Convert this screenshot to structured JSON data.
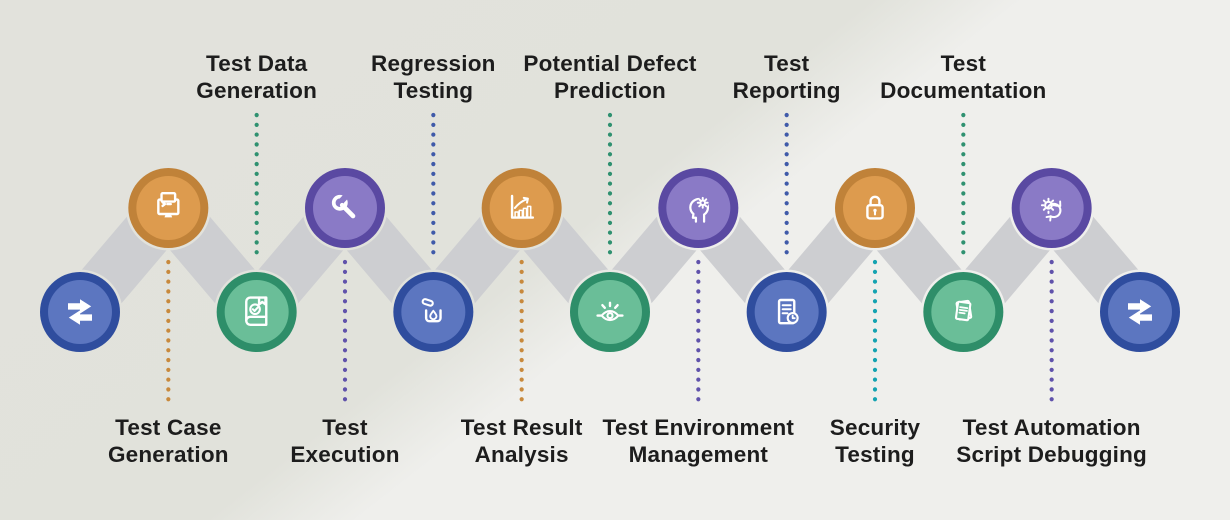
{
  "diagram": {
    "title": "software testing workflow chain",
    "nodes": [
      {
        "icon": "swap-arrows-icon",
        "color": "blue"
      },
      {
        "icon": "code-monitor-icon",
        "color": "orange"
      },
      {
        "icon": "book-check-icon",
        "color": "green"
      },
      {
        "icon": "wrench-icon",
        "color": "purple"
      },
      {
        "icon": "pour-liquid-icon",
        "color": "blue"
      },
      {
        "icon": "growth-chart-icon",
        "color": "orange"
      },
      {
        "icon": "eye-scan-icon",
        "color": "green"
      },
      {
        "icon": "head-gear-icon",
        "color": "purple"
      },
      {
        "icon": "report-clock-icon",
        "color": "blue"
      },
      {
        "icon": "padlock-icon",
        "color": "orange"
      },
      {
        "icon": "document-stack-icon",
        "color": "green"
      },
      {
        "icon": "gear-sync-icon",
        "color": "purple"
      },
      {
        "icon": "swap-arrows-icon",
        "color": "blue"
      }
    ],
    "labels_top": [
      {
        "text": "Test Data\nGeneration",
        "node": 2,
        "dot_color": "green"
      },
      {
        "text": "Regression\nTesting",
        "node": 4,
        "dot_color": "blue"
      },
      {
        "text": "Potential Defect\nPrediction",
        "node": 6,
        "dot_color": "green"
      },
      {
        "text": "Test\nReporting",
        "node": 8,
        "dot_color": "blue"
      },
      {
        "text": "Test\nDocumentation",
        "node": 10,
        "dot_color": "green"
      }
    ],
    "labels_bottom": [
      {
        "text": "Test Case\nGeneration",
        "node": 1,
        "dot_color": "orange"
      },
      {
        "text": "Test\nExecution",
        "node": 3,
        "dot_color": "purple"
      },
      {
        "text": "Test Result\nAnalysis",
        "node": 5,
        "dot_color": "orange"
      },
      {
        "text": "Test Environment\nManagement",
        "node": 7,
        "dot_color": "purple"
      },
      {
        "text": "Security\nTesting",
        "node": 9,
        "dot_color": "teal"
      },
      {
        "text": "Test Automation\nScript Debugging",
        "node": 11,
        "dot_color": "purple"
      }
    ]
  },
  "palette": {
    "background_dark": "#e2e2dc",
    "background_light": "#efefec",
    "connector": "#cdced1",
    "text": "#1d1d1d",
    "icon_stroke": "#ffffff",
    "circles": {
      "blue": {
        "outer": "#2f4d9e",
        "inner": "#5c76c0"
      },
      "orange": {
        "outer": "#c08239",
        "inner": "#dd9b4e"
      },
      "green": {
        "outer": "#2e8e69",
        "inner": "#6abe98"
      },
      "purple": {
        "outer": "#5a49a2",
        "inner": "#8a7ac6"
      }
    },
    "dots": {
      "green": "#2f9170",
      "blue": "#3f5aa9",
      "orange": "#c8893c",
      "purple": "#6052ab",
      "teal": "#14a3b1"
    }
  }
}
